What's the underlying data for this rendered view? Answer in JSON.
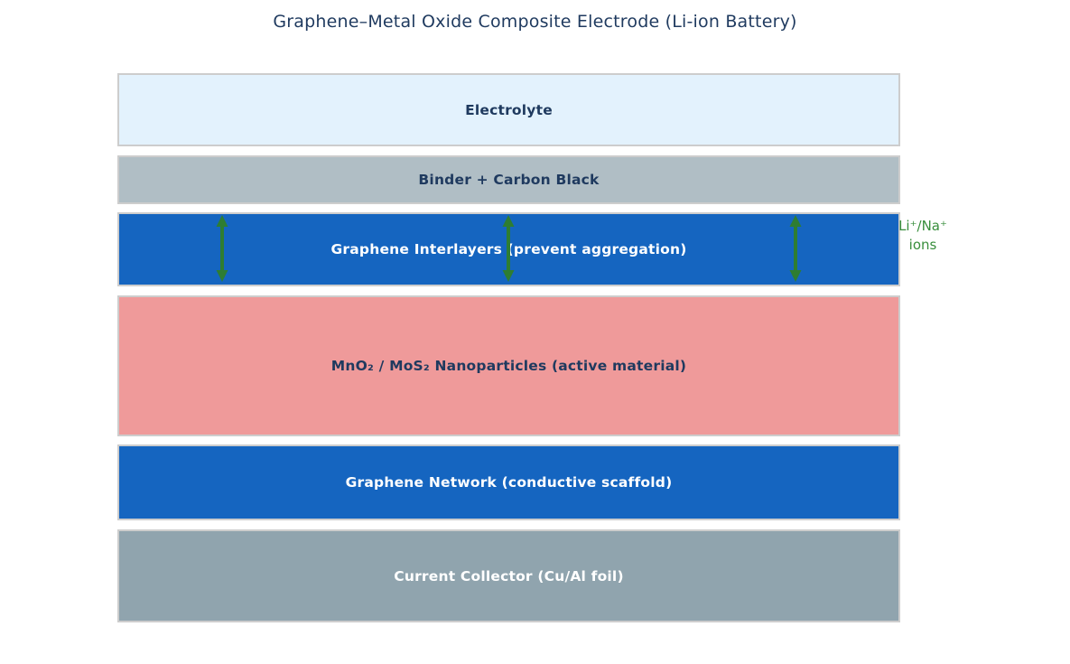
{
  "title": "Graphene–Metal Oxide Composite Electrode (Li-ion Battery)",
  "layers": [
    {
      "label": "Electrolyte"
    },
    {
      "label": "Binder + Carbon Black"
    },
    {
      "label": "Graphene Interlayers (prevent aggregation)"
    },
    {
      "label": "MnO₂ / MoS₂ Nanoparticles (active material)"
    },
    {
      "label": "Graphene Network (conductive scaffold)"
    },
    {
      "label": "Current Collector (Cu/Al foil)"
    }
  ],
  "ion_label": {
    "line1": "Li⁺/Na⁺",
    "line2": "ions"
  },
  "arrows": {
    "count": 3,
    "color": "#2e7d32"
  },
  "colors": {
    "background": "#ffffff",
    "title_text": "#1f3a5f",
    "dark_label_text": "#1f3a5f",
    "light_label_text": "#ffffff",
    "box_border": "#cdcdcd",
    "electrolyte_fill": "#e3f2fd",
    "binder_fill": "#b0bec5",
    "graphene_fill": "#1565c0",
    "active_material_fill": "#ef9a9a",
    "current_collector_fill": "#90a4ae",
    "ion_label_green": "#388e3c"
  }
}
